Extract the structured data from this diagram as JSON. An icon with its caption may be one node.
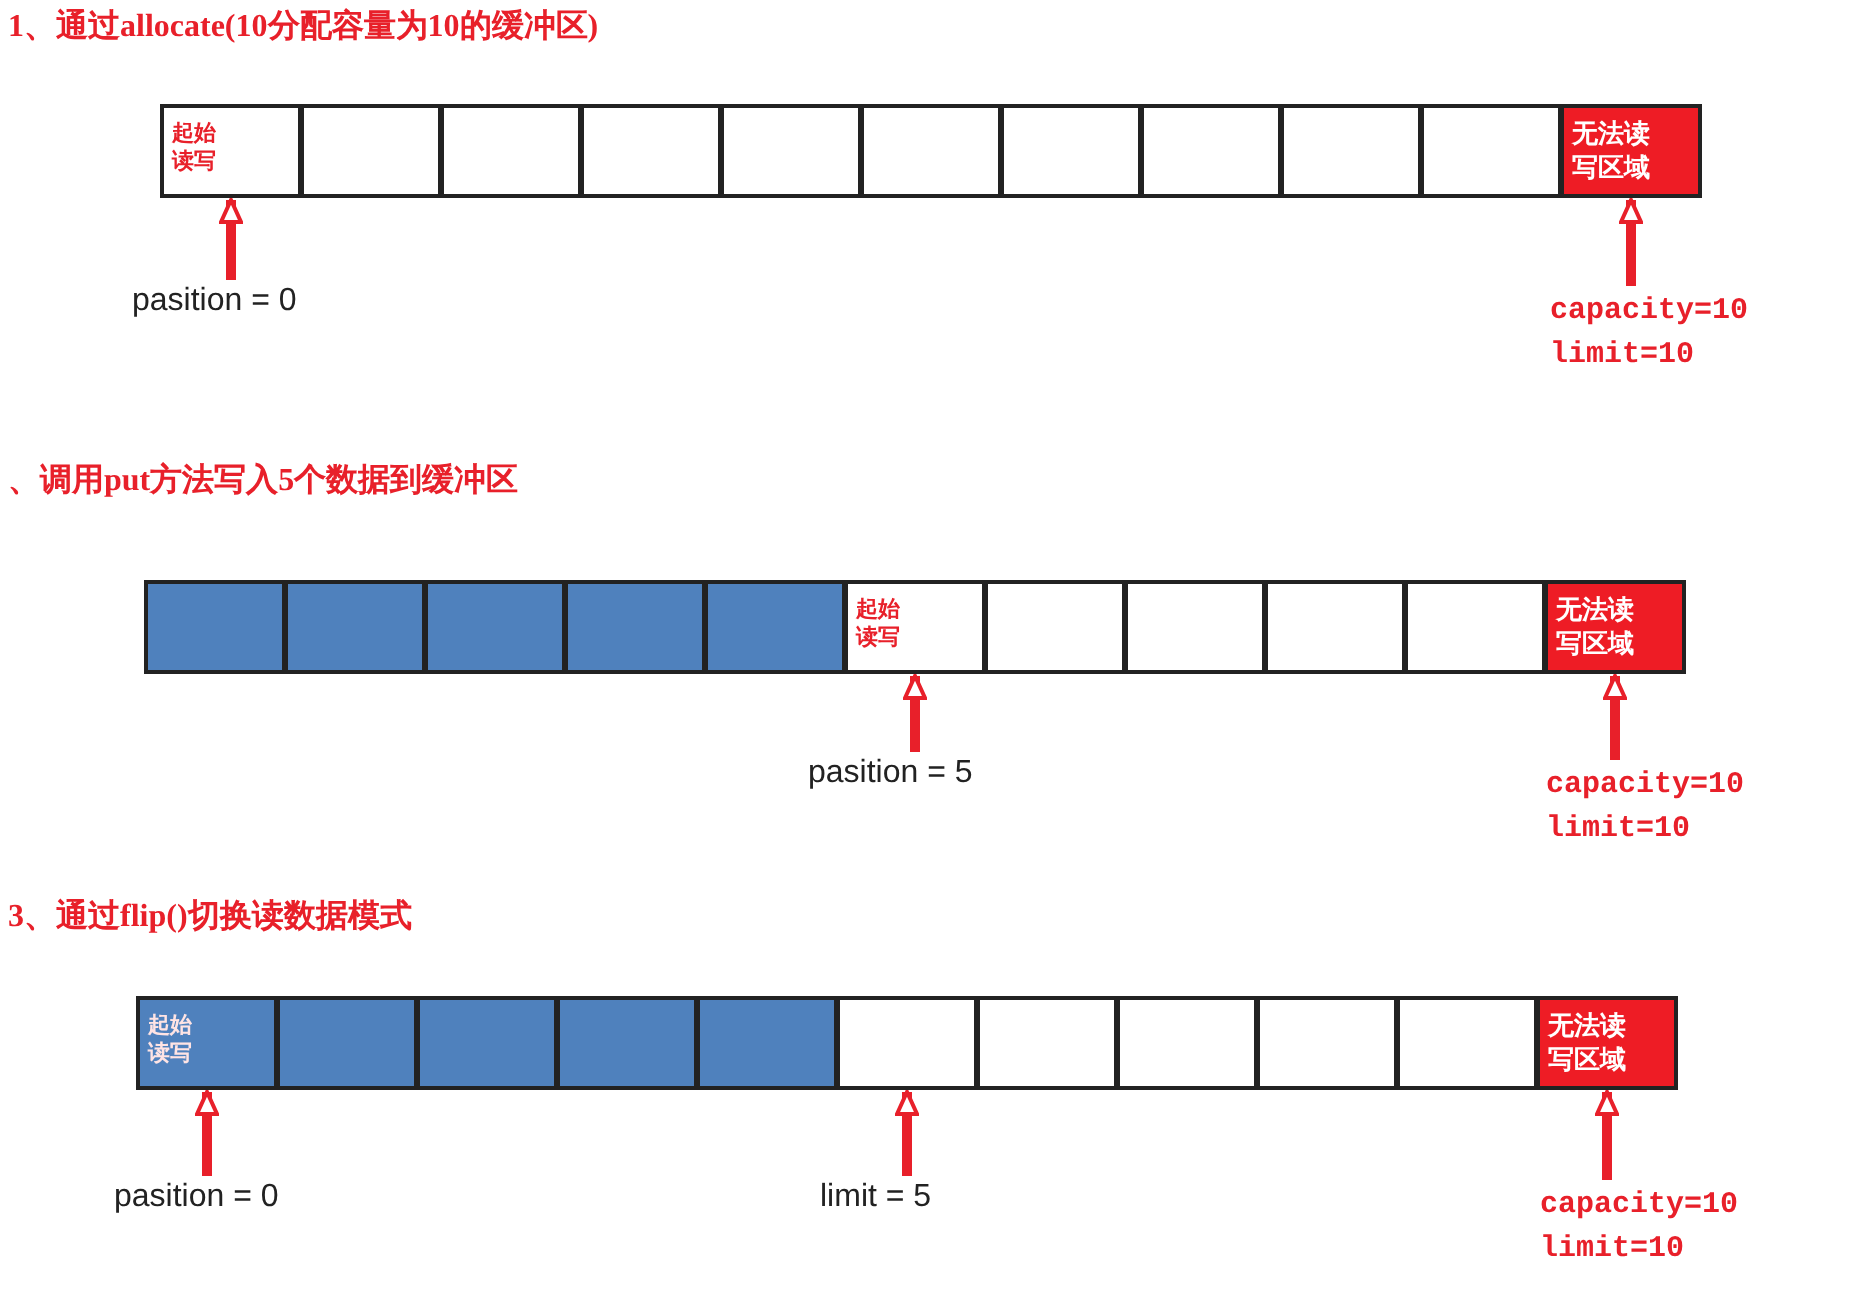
{
  "diagram": {
    "nodes": [
      {
        "text": [
          "起始读写"
        ]
      },
      {
        "text": [],
        "shape": "box"
      },
      {
        "text": [],
        "shape": "box"
      },
      {
        "text": [],
        "shape": "box"
      },
      {
        "text": [],
        "shape": "box"
      },
      {
        "text": [],
        "shape": "box"
      },
      {
        "text": [],
        "shape": "box"
      },
      {
        "text": [],
        "shape": "box"
      },
      {
        "text": [],
        "shape": "box"
      },
      {
        "text": [],
        "shape": "box"
      },
      {
        "text": [
          "无法读写区域"
        ]
      },
      {
        "text": [
          "pasition = 0"
        ]
      },
      {
        "text": [
          "capacity=10",
          "limit=10"
        ]
      },
      {
        "text": [],
        "shape": "box"
      },
      {
        "text": [],
        "shape": "box"
      },
      {
        "text": [],
        "shape": "box"
      },
      {
        "text": [],
        "shape": "box"
      },
      {
        "text": [],
        "shape": "box"
      },
      {
        "text": [
          "起始读写"
        ]
      },
      {
        "text": [],
        "shape": "box"
      },
      {
        "text": [],
        "shape": "box"
      },
      {
        "text": [],
        "shape": "box"
      },
      {
        "text": [],
        "shape": "box"
      },
      {
        "text": [
          "无法读写区域"
        ]
      },
      {
        "text": [
          "pasition = 5"
        ]
      },
      {
        "text": [
          "capacity=10",
          "limit=10"
        ]
      },
      {
        "text": [
          "起始读写"
        ]
      },
      {
        "text": [],
        "shape": "box"
      },
      {
        "text": [],
        "shape": "box"
      },
      {
        "text": [],
        "shape": "box"
      },
      {
        "text": [],
        "shape": "box"
      },
      {
        "text": [],
        "shape": "box"
      },
      {
        "text": [],
        "shape": "box"
      },
      {
        "text": [],
        "shape": "box"
      },
      {
        "text": [],
        "shape": "box"
      },
      {
        "text": [],
        "shape": "box"
      },
      {
        "text": [
          "无法读写区域"
        ]
      },
      {
        "text": [
          "pasition = 0"
        ]
      },
      {
        "text": [
          "limit = 5"
        ]
      },
      {
        "text": [
          "capacity=10",
          "limit=10"
        ]
      }
    ],
    "edges": [
      {
        "from": 11,
        "to": 0,
        "arrow": "to"
      },
      {
        "from": 12,
        "to": 10,
        "arrow": "to"
      },
      {
        "from": 24,
        "to": 18,
        "arrow": "to"
      },
      {
        "from": 25,
        "to": 23,
        "arrow": "to"
      },
      {
        "from": 37,
        "to": 26,
        "arrow": "to"
      },
      {
        "from": 38,
        "to": 31,
        "arrow": "to"
      },
      {
        "from": 39,
        "to": 36,
        "arrow": "to"
      }
    ],
    "labels": [
      "1、通过allocate(10分配容量为10的缓冲区)",
      "、调用put方法写入5个数据到缓冲区",
      "3、通过flip()切换读数据模式"
    ]
  }
}
